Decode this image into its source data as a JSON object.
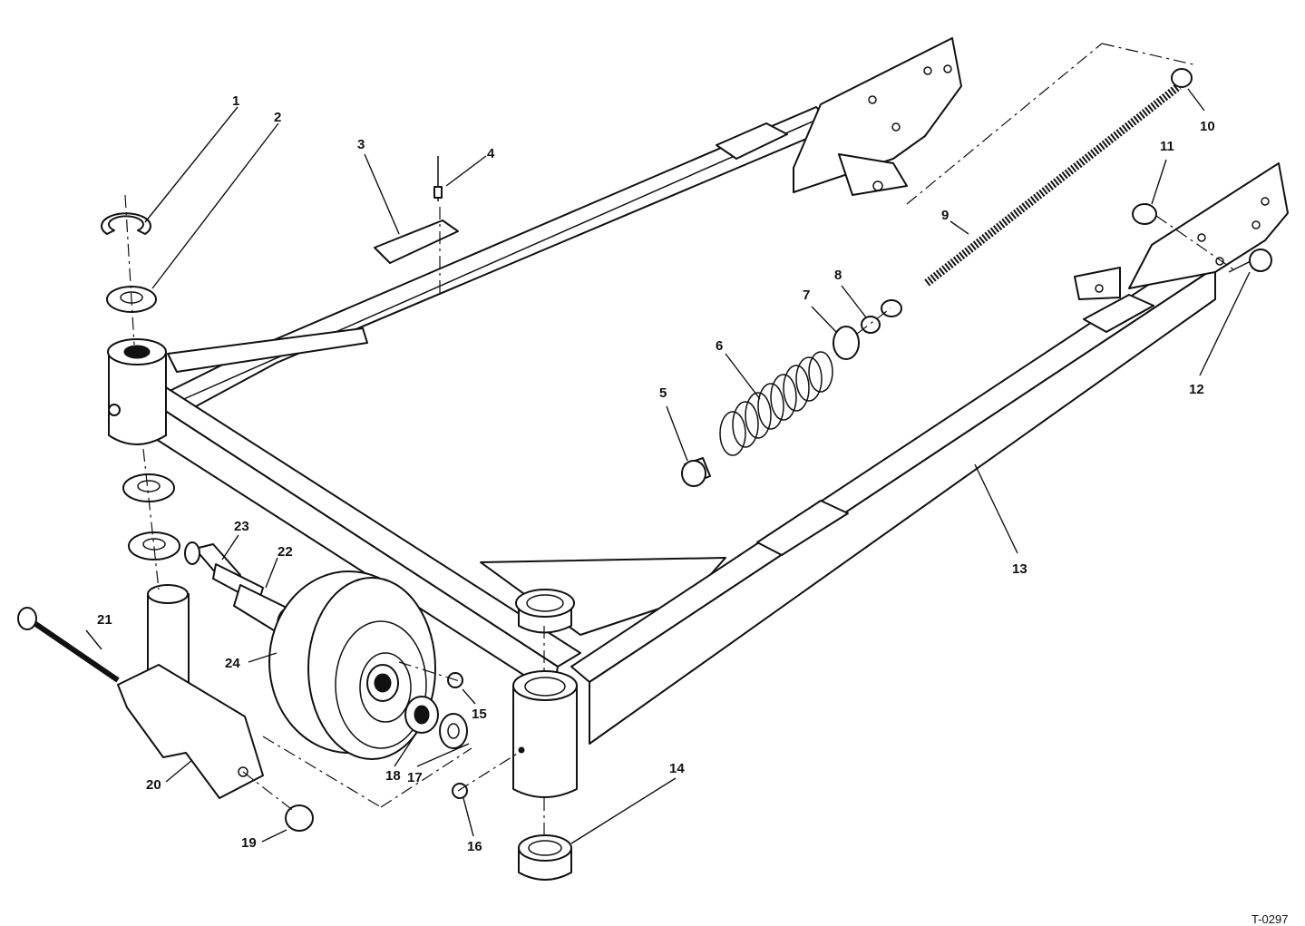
{
  "callouts": {
    "c1": "1",
    "c2": "2",
    "c3": "3",
    "c4": "4",
    "c5": "5",
    "c6": "6",
    "c7": "7",
    "c8": "8",
    "c9": "9",
    "c10": "10",
    "c11": "11",
    "c12": "12",
    "c13": "13",
    "c14": "14",
    "c15": "15",
    "c16": "16",
    "c17": "17",
    "c18": "18",
    "c19": "19",
    "c20": "20",
    "c21": "21",
    "c22": "22",
    "c23": "23",
    "c24": "24"
  },
  "figure_id": "T-0297"
}
